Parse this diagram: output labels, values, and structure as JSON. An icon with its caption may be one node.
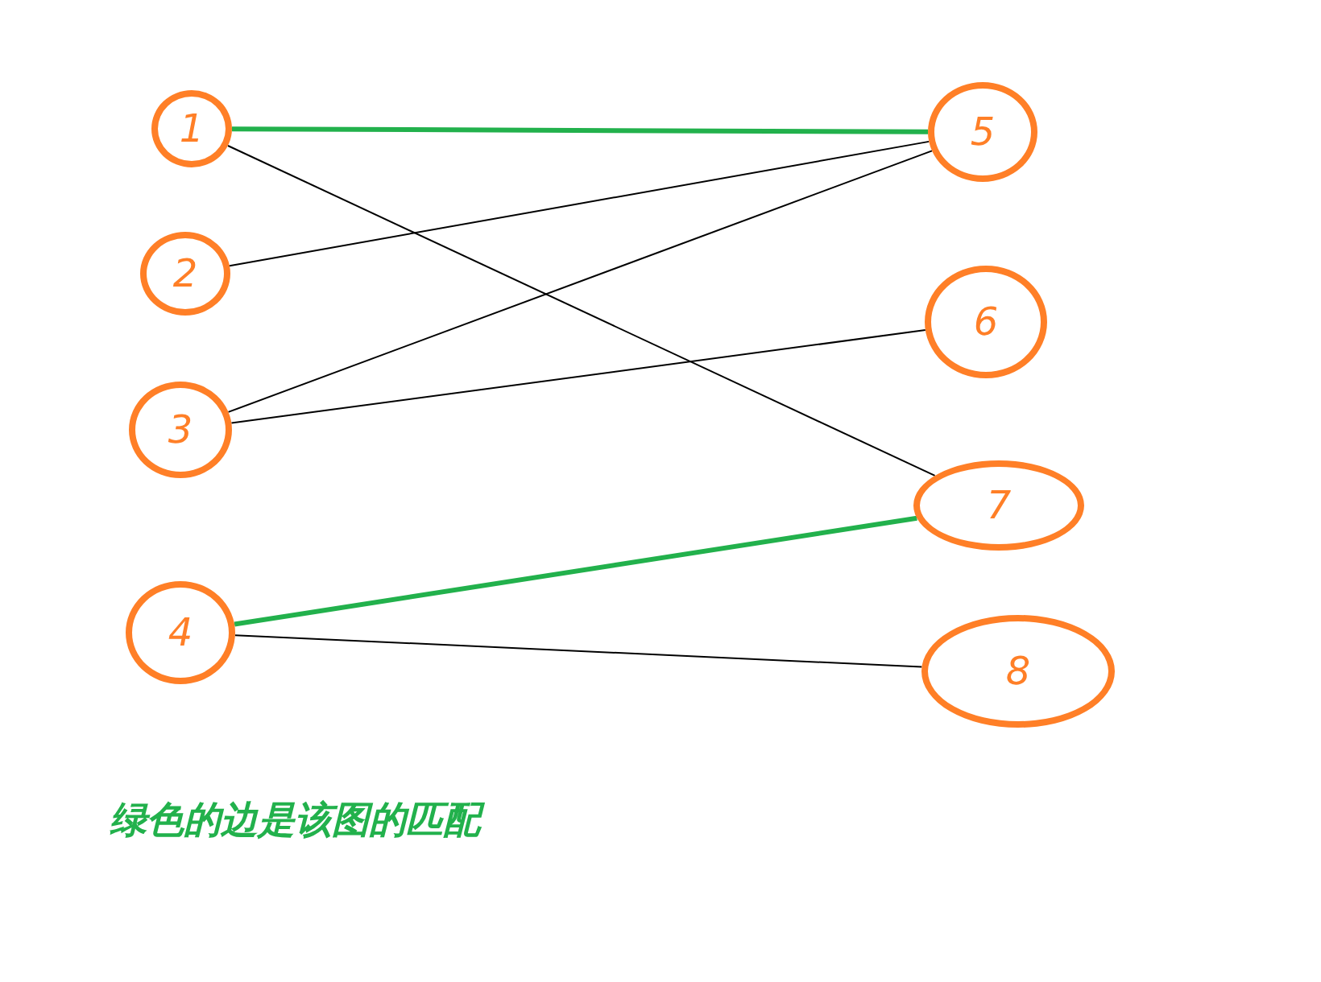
{
  "diagram": {
    "caption": "绿色的边是该图的匹配",
    "nodes": [
      {
        "text": [
          "1"
        ]
      },
      {
        "text": [
          "2"
        ]
      },
      {
        "text": [
          "3"
        ]
      },
      {
        "text": [
          "4"
        ]
      },
      {
        "text": [
          "5"
        ]
      },
      {
        "text": [
          "6"
        ]
      },
      {
        "text": [
          "7"
        ]
      },
      {
        "text": [
          "8"
        ]
      }
    ],
    "edges": [
      {
        "from": 0,
        "to": 4,
        "arrow": "none",
        "style": "thick",
        "color": "#22b14c"
      },
      {
        "from": 0,
        "to": 6,
        "arrow": "none"
      },
      {
        "from": 1,
        "to": 4,
        "arrow": "none"
      },
      {
        "from": 2,
        "to": 4,
        "arrow": "none"
      },
      {
        "from": 2,
        "to": 5,
        "arrow": "none"
      },
      {
        "from": 3,
        "to": 6,
        "arrow": "none",
        "style": "thick",
        "color": "#22b14c"
      },
      {
        "from": 3,
        "to": 7,
        "arrow": "none"
      }
    ]
  }
}
